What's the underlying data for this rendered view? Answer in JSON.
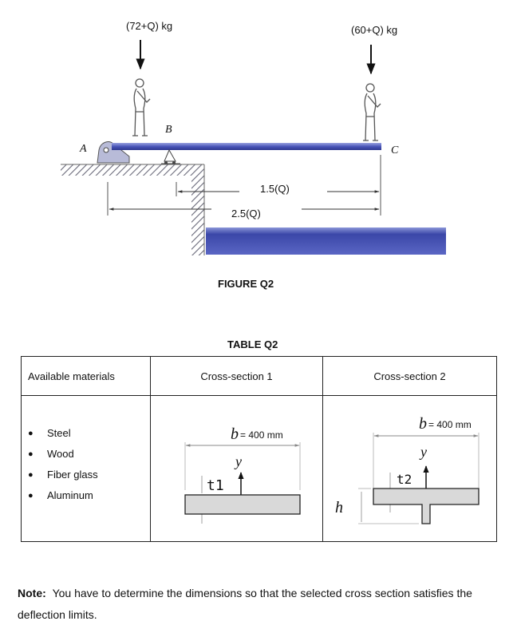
{
  "figure": {
    "load_b": "(72+Q) kg",
    "load_c": "(60+Q) kg",
    "point_a": "A",
    "point_b": "B",
    "point_c": "C",
    "dim_1": "1.5(Q)",
    "dim_2": "2.5(Q)",
    "caption": "FIGURE Q2"
  },
  "table": {
    "caption": "TABLE Q2",
    "headers": [
      "Available materials",
      "Cross-section 1",
      "Cross-section 2"
    ],
    "materials": [
      "Steel",
      "Wood",
      "Fiber glass",
      "Aluminum"
    ],
    "cs1": {
      "b_label": "b",
      "b_value": "= 400 mm",
      "y_label": "y",
      "t_label": "t1"
    },
    "cs2": {
      "b_label": "b",
      "b_value": "= 400 mm",
      "y_label": "y",
      "t_label": "t2",
      "h_label": "h"
    }
  },
  "note": {
    "label": "Note:",
    "text": "You have to determine the dimensions so that the selected cross section satisfies the deflection limits."
  },
  "colors": {
    "beam": "#4a56b8",
    "beam_light": "#8a95d8",
    "section_fill": "#d9d9d9",
    "hatch": "#6a6a7a"
  }
}
